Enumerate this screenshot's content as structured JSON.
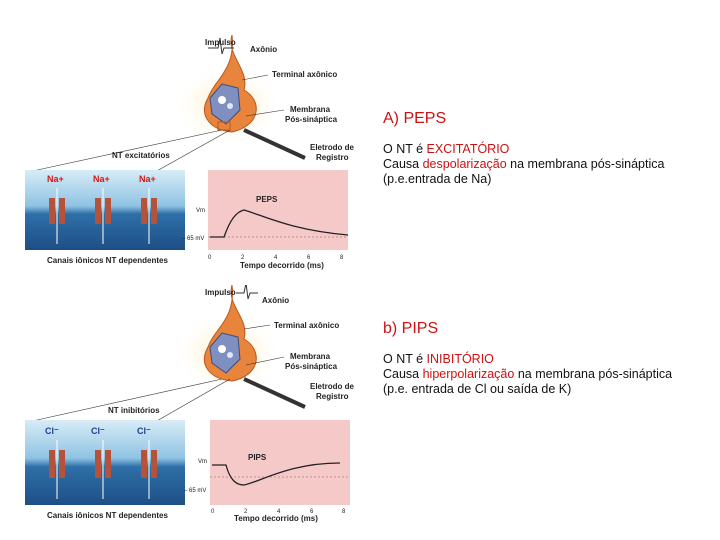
{
  "section_a": {
    "title": "A) PEPS",
    "line1_prefix": "O NT é ",
    "line1_highlight": "EXCITATÓRIO",
    "line2_prefix": "Causa ",
    "line2_highlight": "despolarização",
    "line2_suffix": " na membrana pós-sináptica (p.e.entrada de Na)",
    "figure": {
      "impulse": "Impulso",
      "axon": "Axônio",
      "terminal": "Terminal axônico",
      "membrane_1": "Membrana",
      "membrane_2": "Pós-sináptica",
      "electrode_1": "Eletrodo de",
      "electrode_2": "Registro",
      "nt_label": "NT excitatórios",
      "ion": "Na+",
      "channels": "Canais iônicos NT dependentes",
      "trace_label": "PEPS",
      "vm": "Vm",
      "baseline": "– 65 mV",
      "xlabel": "Tempo decorrido (ms)",
      "ticks": [
        "0",
        "2",
        "4",
        "6",
        "8"
      ]
    }
  },
  "section_b": {
    "title": "b) PIPS",
    "line1_prefix": "O NT é ",
    "line1_highlight": "INIBITÓRIO",
    "line2_prefix": "Causa ",
    "line2_highlight": "hiperpolarização",
    "line2_suffix": " na membrana pós-sináptica (p.e. entrada de Cl ou  saída de K)",
    "figure": {
      "impulse": "Impulso",
      "axon": "Axônio",
      "terminal": "Terminal axônico",
      "membrane_1": "Membrana",
      "membrane_2": "Pós-sináptica",
      "electrode_1": "Eletrodo de",
      "electrode_2": "Registro",
      "nt_label": "NT inibitórios",
      "ion": "Cl⁻",
      "channels": "Canais iônicos NT dependentes",
      "trace_label": "PIPS",
      "vm": "Vm",
      "baseline": "– 65 mV",
      "xlabel": "Tempo decorrido (ms)",
      "ticks": [
        "0",
        "2",
        "4",
        "6",
        "8"
      ]
    }
  },
  "colors": {
    "accent": "#cc1111",
    "plot_bg": "#f6c9c9",
    "membrane_bg": "#3a7fb8",
    "neuron": "#e8843c"
  }
}
